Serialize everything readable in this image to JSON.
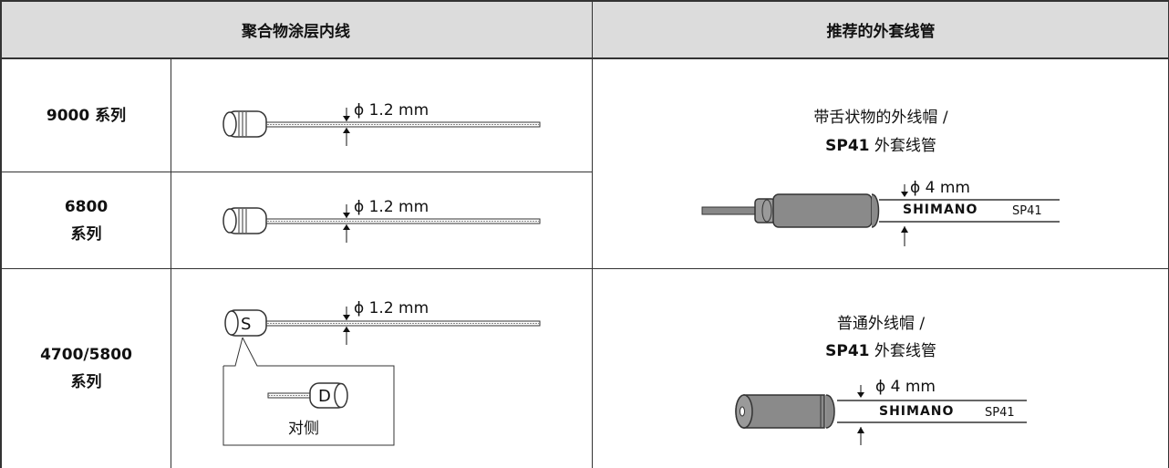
{
  "table": {
    "headers": [
      "聚合物涂层内线",
      "推荐的外套线管"
    ],
    "rows": [
      {
        "series_line1": "9000 系列",
        "series_line2": ""
      },
      {
        "series_line1": "6800",
        "series_line2": "系列"
      },
      {
        "series_line1": "4700/5800",
        "series_line2": "系列"
      }
    ]
  },
  "inner_cable": {
    "diameter": "ϕ 1.2 mm",
    "s_mark": "S",
    "d_mark": "D",
    "opposite_label": "对侧"
  },
  "outer": {
    "top_line1": "带舌状物的外线帽 /",
    "top_line2_bold": "SP41",
    "top_line2_rest": " 外套线管",
    "bottom_line1": "普通外线帽 /",
    "bottom_line2_bold": "SP41",
    "bottom_line2_rest": " 外套线管",
    "diameter": "ϕ 4 mm",
    "brand": "SHIMANO",
    "model": "SP41"
  },
  "colors": {
    "header_bg": "#dcdcdc",
    "border": "#333333",
    "cap": "#9a9a9a",
    "housing": "#888888"
  }
}
